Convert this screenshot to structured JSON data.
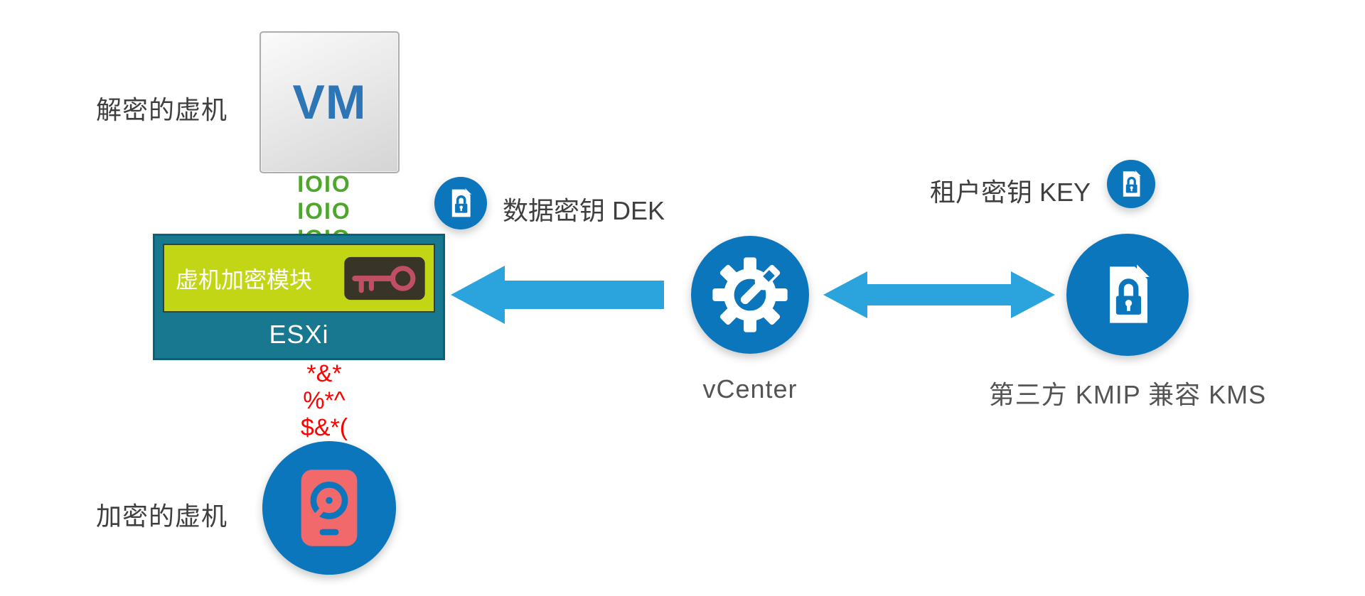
{
  "diagram": {
    "decrypted_vm_label": "解密的虚机",
    "vm_box_label": "VM",
    "io_lines": [
      "IOIO",
      "IOIO",
      "IOIO"
    ],
    "esxi": {
      "module_label": "虚机加密模块",
      "box_label": "ESXi"
    },
    "cipher_lines": [
      "*&*",
      "%*^",
      "$&*("
    ],
    "encrypted_vm_label": "加密的虚机",
    "dek_label": "数据密钥 DEK",
    "tenant_key_label": "租户密钥 KEY",
    "vcenter_label": "vCenter",
    "kms_label": "第三方 KMIP 兼容 KMS"
  },
  "icons": {
    "module_icon": "key-icon",
    "dek_icon": "document-lock-icon",
    "tenant_key_icon": "document-lock-icon",
    "kms_icon": "document-lock-icon",
    "vcenter_icon": "gear-wrench-icon",
    "encrypted_vm_icon": "disk-icon",
    "left_arrow": "arrow-left-icon",
    "double_arrow": "arrow-bidirectional-icon"
  },
  "colors": {
    "brand_blue": "#0c76bc",
    "arrow_blue": "#2ba3dc",
    "esxi_teal": "#17788f",
    "esxi_border": "#0d5f7a",
    "module_yellow": "#c3d616",
    "module_border": "#40430a",
    "vm_text_blue": "#2e75b6",
    "io_green": "#4ea72c",
    "cipher_red": "#ff0000",
    "disk_pink": "#f2696b",
    "label_dark": "#3f3f3f",
    "label_gray": "#545454"
  }
}
